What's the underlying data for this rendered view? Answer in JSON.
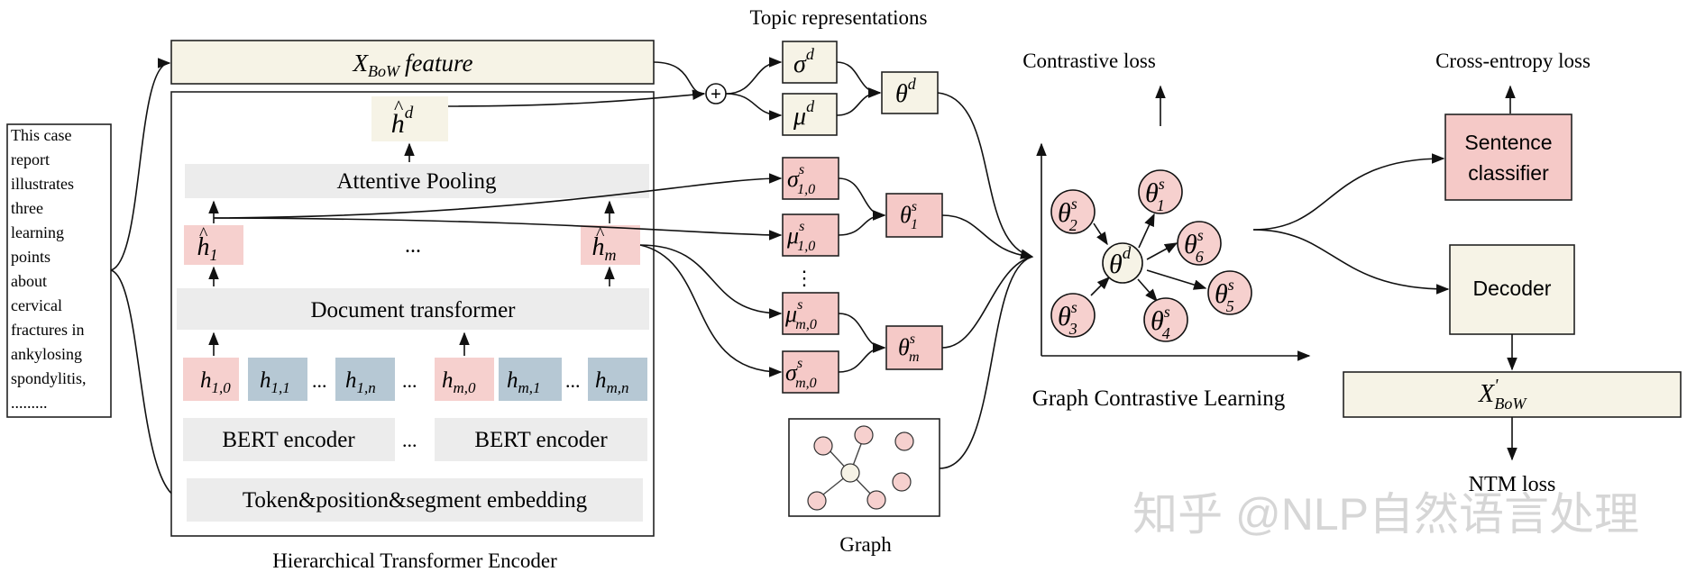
{
  "input_text": [
    "This case",
    "report",
    "illustrates",
    "three",
    "learning",
    "points",
    "about",
    "cervical",
    "fractures in",
    "ankylosing",
    "spondylitis,",
    "........."
  ],
  "bow_feature": {
    "x": "X",
    "sub": "BoW",
    "word": "feature"
  },
  "encoder": {
    "caption": "Hierarchical  Transformer Encoder",
    "h_doc": {
      "base": "h",
      "sup": "d"
    },
    "attentive_pooling": "Attentive Pooling",
    "h1": {
      "base": "h",
      "sub": "1"
    },
    "hm": {
      "base": "h",
      "sub": "m"
    },
    "dots": "...",
    "document_transformer": "Document transformer",
    "tokens": [
      {
        "base": "h",
        "sub": "1,0"
      },
      {
        "base": "h",
        "sub": "1,1"
      },
      {
        "base": "h",
        "sub": "1,n"
      },
      {
        "base": "h",
        "sub": "m,0"
      },
      {
        "base": "h",
        "sub": "m,1"
      },
      {
        "base": "h",
        "sub": "m,n"
      }
    ],
    "bert_left": "BERT encoder",
    "bert_right": "BERT encoder",
    "embedding": "Token&position&segment embedding"
  },
  "topic": {
    "title": "Topic representations",
    "sigma_d": {
      "base": "σ",
      "sup": "d"
    },
    "mu_d": {
      "base": "μ",
      "sup": "d"
    },
    "theta_d": {
      "base": "θ",
      "sup": "d"
    },
    "sigma_1": {
      "base": "σ",
      "sup": "s",
      "sub": "1,0"
    },
    "mu_1": {
      "base": "μ",
      "sup": "s",
      "sub": "1,0"
    },
    "theta_1": {
      "base": "θ",
      "sup": "s",
      "sub": "1"
    },
    "mu_m": {
      "base": "μ",
      "sup": "s",
      "sub": "m,0"
    },
    "sigma_m": {
      "base": "σ",
      "sup": "s",
      "sub": "m,0"
    },
    "theta_m": {
      "base": "θ",
      "sup": "s",
      "sub": "m"
    },
    "plus": "+",
    "vdots": "⋮"
  },
  "graph_label": "Graph",
  "gcl": {
    "caption": "Graph Contrastive Learning",
    "contrastive_loss": "Contrastive loss",
    "center": {
      "base": "θ",
      "sup": "d"
    },
    "nodes": [
      {
        "base": "θ",
        "sup": "s",
        "sub": "2"
      },
      {
        "base": "θ",
        "sup": "s",
        "sub": "1"
      },
      {
        "base": "θ",
        "sup": "s",
        "sub": "6"
      },
      {
        "base": "θ",
        "sup": "s",
        "sub": "5"
      },
      {
        "base": "θ",
        "sup": "s",
        "sub": "4"
      },
      {
        "base": "θ",
        "sup": "s",
        "sub": "3"
      }
    ]
  },
  "right": {
    "cross_entropy_loss": "Cross-entropy loss",
    "sentence_classifier": [
      "Sentence",
      "classifier"
    ],
    "decoder": "Decoder",
    "x_bow": {
      "base": "X",
      "sup": "'",
      "sub": "BoW"
    },
    "ntm_loss": "NTM loss"
  },
  "watermark": "知乎 @NLP自然语言处理",
  "colors": {
    "pink": "#f6d0ce",
    "pink_box": "#f5c9c7",
    "blue_gray": "#b6c8d4",
    "light_gray": "#ececec",
    "cream": "#f6f3e6"
  }
}
